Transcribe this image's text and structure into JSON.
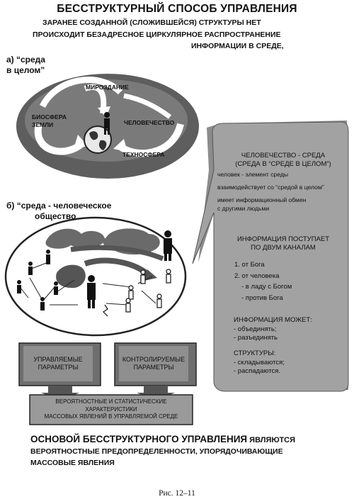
{
  "header": {
    "title": "БЕССТРУКТУРНЫЙ СПОСОБ УПРАВЛЕНИЯ",
    "line1": "ЗАРАНЕЕ СОЗДАННОЙ (СЛОЖИВШЕЙСЯ) СТРУКТУРЫ НЕТ",
    "line2": "ПРОИСХОДИТ БЕЗАДРЕСНОЕ ЦИРКУЛЯРНОЕ РАСПРОСТРАНЕНИЕ",
    "line3": "ИНФОРМАЦИИ В СРЕДЕ,"
  },
  "diagram_a": {
    "label_line1": "а) “среда",
    "label_line2": "в целом”",
    "mirozdanie": "МИРОЗДАНИЕ",
    "biosfera_line1": "БИОСФЕРА",
    "biosfera_line2": "ЗЕМЛИ",
    "chelovechestvo": "ЧЕЛОВЕЧЕСТВО",
    "tehnosfera": "ТЕХНОСФЕРА"
  },
  "diagram_b": {
    "label_line1": "б) “среда - человеческое",
    "label_line2": "общество"
  },
  "callout": {
    "heading1": "ЧЕЛОВЕЧЕСТВО - СРЕДА",
    "heading2": "(СРЕДА В “СРЕДЕ В ЦЕЛОМ”)",
    "t1": "человек - элемент среды",
    "t2": "взаимодействует со “средой в целом”",
    "t3": "имеет информационный обмен",
    "t4": "с другими людьми",
    "info_heading1": "ИНФОРМАЦИЯ ПОСТУПАЕТ",
    "info_heading2": "ПО ДВУМ КАНАЛАМ",
    "ch1": "1. от Бога",
    "ch2": "2. от человека",
    "ch2a": "- в ладу с Богом",
    "ch2b": "- против Бога",
    "may_heading": "ИНФОРМАЦИЯ МОЖЕТ:",
    "may1": "- объединять;",
    "may2": "- разъединять",
    "struct_heading": "СТРУКТУРЫ:",
    "struct1": "- складываются;",
    "struct2": "- распадаются."
  },
  "flow": {
    "managed_line1": "УПРАВЛЯЕМЫЕ",
    "managed_line2": "ПАРАМЕТРЫ",
    "controlled_line1": "КОНТРОЛИРУЕМЫЕ",
    "controlled_line2": "ПАРАМЕТРЫ",
    "result_line1": "ВЕРОЯТНОСТНЫЕ И СТАТИСТИЧЕСКИЕ",
    "result_line2": "ХАРАКТЕРИСТИКИ",
    "result_line3": "МАССОВЫХ ЯВЛЕНИЙ В УПРАВЛЯЕМОЙ СРЕДЕ"
  },
  "footer": {
    "bold_part": "ОСНОВОЙ БЕССТРУКТУРНОГО УПРАВЛЕНИЯ",
    "rest_part": " ЯВЛЯЮТСЯ",
    "line2": "ВЕРОЯТНОСТНЫЕ ПРЕДОПРЕДЕЛЕННОСТИ, УПОРЯДОЧИВАЮЩИЕ",
    "line3": "МАССОВЫЕ ЯВЛЕНИЯ"
  },
  "caption": "Рис. 12–11"
}
